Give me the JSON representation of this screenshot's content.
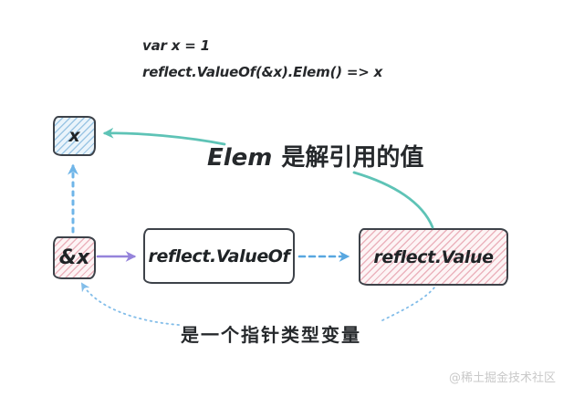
{
  "code": {
    "line1": "var x = 1",
    "line2": "reflect.ValueOf(&x).Elem() => x"
  },
  "nodes": {
    "x": {
      "label": "x"
    },
    "addr_x": {
      "label": "&x"
    },
    "value_of": {
      "label": "reflect.ValueOf"
    },
    "value": {
      "label": "reflect.Value"
    }
  },
  "annotations": {
    "elem_en": "Elem",
    "elem_zh": "是解引用的值",
    "pointer_note": "是一个指针类型变量"
  },
  "watermark": "@稀土掘金技术社区",
  "colors": {
    "teal": "#5EC3B6",
    "blue_dash": "#58A7E0",
    "blue_dash_light": "#6FB5E8",
    "blue_dot": "#82BDE9",
    "purple": "#9583DB",
    "border": "#3D4249",
    "blue_fill": "#EAF4FB",
    "blue_hatch": "#9CC6E4",
    "pink_fill": "#FDF4F5",
    "pink_hatch": "#EBB3BD",
    "ink": "#26282B",
    "watermark": "#C9C9C9",
    "bg": "#FFFFFF"
  }
}
